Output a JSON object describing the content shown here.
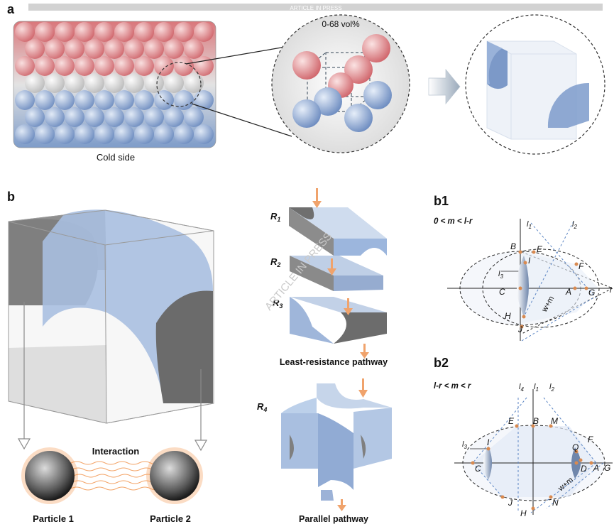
{
  "header": {
    "banner": "ARTICLE IN PRESS",
    "watermark": "ARTICLE IN PRESS"
  },
  "panel_a": {
    "label": "a",
    "cold_side": "Cold side",
    "vol_fraction": "0-68 vol%"
  },
  "panel_b": {
    "label": "b",
    "interaction": "Interaction",
    "particle1": "Particle 1",
    "particle2": "Particle 2",
    "r1": "R",
    "r1_sub": "1",
    "r2": "R",
    "r2_sub": "2",
    "r3": "R",
    "r3_sub": "3",
    "r4": "R",
    "r4_sub": "4",
    "least_resistance": "Least-resistance pathway",
    "parallel": "Parallel pathway"
  },
  "panel_b1": {
    "label": "b1",
    "condition": "0 < m < l-r",
    "axis_labels": {
      "l1": "l",
      "l1_sub": "1",
      "l2": "l",
      "l2_sub": "2",
      "l3": "l",
      "l3_sub": "3",
      "end": "l"
    },
    "points": {
      "B": "B",
      "E": "E",
      "I": "I",
      "F": "F",
      "C": "C",
      "A": "A",
      "G": "G",
      "H": "H",
      "J": "J"
    },
    "width_label": "w+m"
  },
  "panel_b2": {
    "label": "b2",
    "condition": "l-r < m < r",
    "axis_labels": {
      "l4": "l",
      "l4_sub": "4",
      "l1": "l",
      "l1_sub": "1",
      "l2": "l",
      "l2_sub": "2",
      "l3": "l",
      "l3_sub": "3"
    },
    "points": {
      "E": "E",
      "B": "B",
      "M": "M",
      "F": "F",
      "I": "I",
      "Q": "Q",
      "C": "C",
      "D": "D",
      "A": "A",
      "G": "G",
      "J": "J",
      "N": "N",
      "H": "H"
    },
    "width_label": "w+m"
  },
  "colors": {
    "hot": "#d9767a",
    "cold": "#7e9cc9",
    "accent_orange": "#e8823c",
    "pale_blue": "#b9cbe6"
  }
}
